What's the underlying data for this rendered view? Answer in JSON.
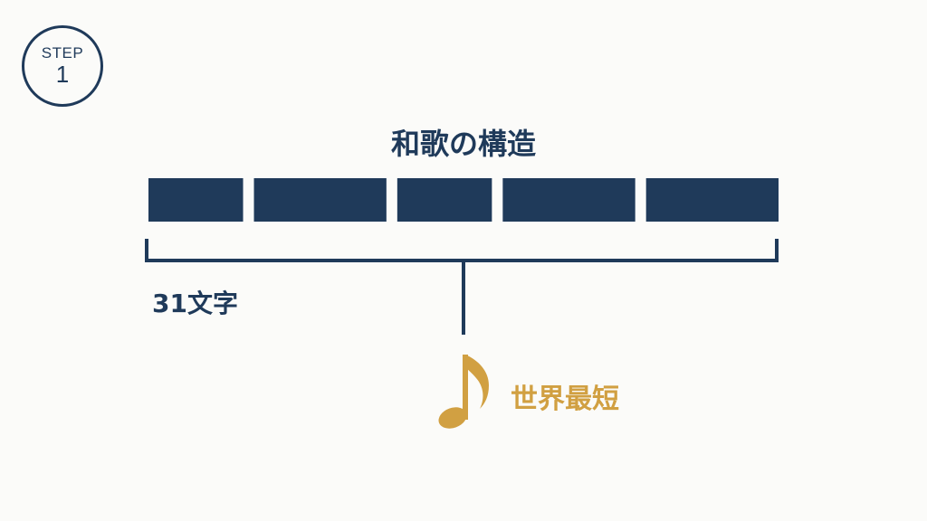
{
  "step": {
    "label": "STEP",
    "number": "1"
  },
  "title": "和歌の構造",
  "segments": {
    "count": 5,
    "relative_widths": [
      5,
      7,
      5,
      7,
      7
    ]
  },
  "bracket": {
    "label": "31文字"
  },
  "annotation": {
    "icon": "music-note-icon",
    "text": "世界最短"
  },
  "colors": {
    "navy": "#1f3a5a",
    "gold": "#d1a042",
    "background": "#fbfbf9"
  }
}
